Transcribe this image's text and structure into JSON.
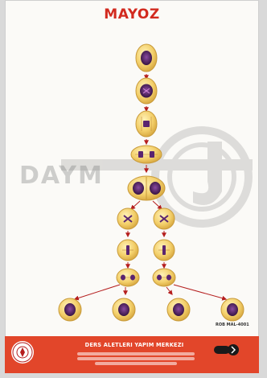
{
  "poster": {
    "title": "MAYOZ",
    "code": "ROB MAL-4001",
    "watermark_text": "DAYM",
    "footer_title": "DERS ALETLERI YAPIM MERKEZI"
  },
  "colors": {
    "title_red": "#d22a1f",
    "footer_red": "#e2462a",
    "cell_fill": "#f3cf6a",
    "cell_edge": "#d4a33b",
    "chromosome_purple": "#6a2a7a",
    "arrow_red": "#b51e1e",
    "watermark_gray": "#9a9a9a"
  },
  "icons": {
    "seal": "ministry-seal-icon",
    "badge": "dayam-logo-icon"
  }
}
